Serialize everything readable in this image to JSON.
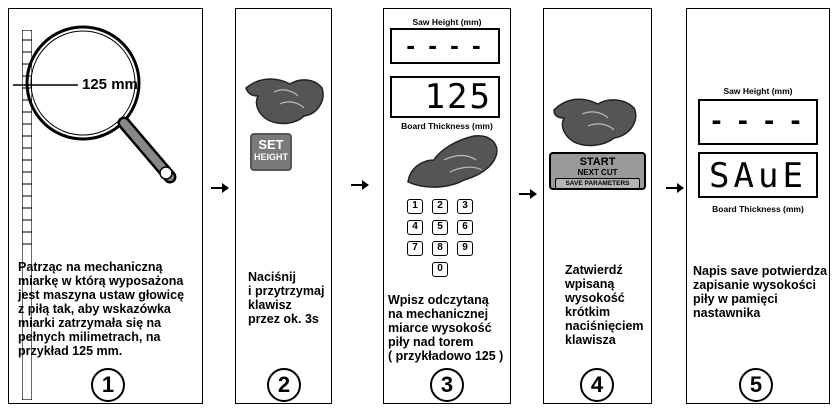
{
  "steps": [
    {
      "number": "1",
      "text": "Patrząc na mechaniczną\nmiarkę w którą wyposażona\njest maszyna ustaw głowicę\nz piłą tak, aby wskazówka\nmiarki zatrzymała się na\npełnych milimetrach, na\nprzykład 125 mm."
    },
    {
      "number": "2",
      "text": "Naciśnij\ni przytrzymaj\nklawisz\nprzez ok. 3s"
    },
    {
      "number": "3",
      "text": "Wpisz odczytaną\nna mechanicznej\nmiarce wysokość\npiły nad torem\n( przykładowo 125 )"
    },
    {
      "number": "4",
      "text": "Zatwierdź\nwpisaną\nwysokość\nkrótkim\nnaciśnięciem\nklawisza"
    },
    {
      "number": "5",
      "text": "Napis save potwierdza\nzapisanie wysokości\npiły w pamięci\nnastawnika"
    }
  ],
  "step1": {
    "gauge_reading": "125 mm"
  },
  "step2": {
    "button_line1": "SET",
    "button_line2": "HEIGHT"
  },
  "step3": {
    "saw_height_label": "Saw Height (mm)",
    "saw_height_value": "- - - -",
    "board_thickness_value": "125",
    "board_thickness_label": "Board Thickness (mm)",
    "keys": [
      "1",
      "2",
      "3",
      "4",
      "5",
      "6",
      "7",
      "8",
      "9",
      "0"
    ]
  },
  "step4": {
    "button_line1": "START",
    "button_line2": "NEXT CUT",
    "button_line3": "SAVE PARAMETERS"
  },
  "step5": {
    "saw_height_label": "Saw Height (mm)",
    "saw_height_value": "- - - -",
    "board_thickness_value": "SAuE",
    "board_thickness_label": "Board Thickness (mm)"
  },
  "icons": [
    "magnifier-icon",
    "hand-pressing-icon",
    "arrow-right-icon"
  ],
  "colors": {
    "button_gray": "#7a7a7a",
    "start_button_gray": "#9a9a9a",
    "line": "#000000"
  }
}
